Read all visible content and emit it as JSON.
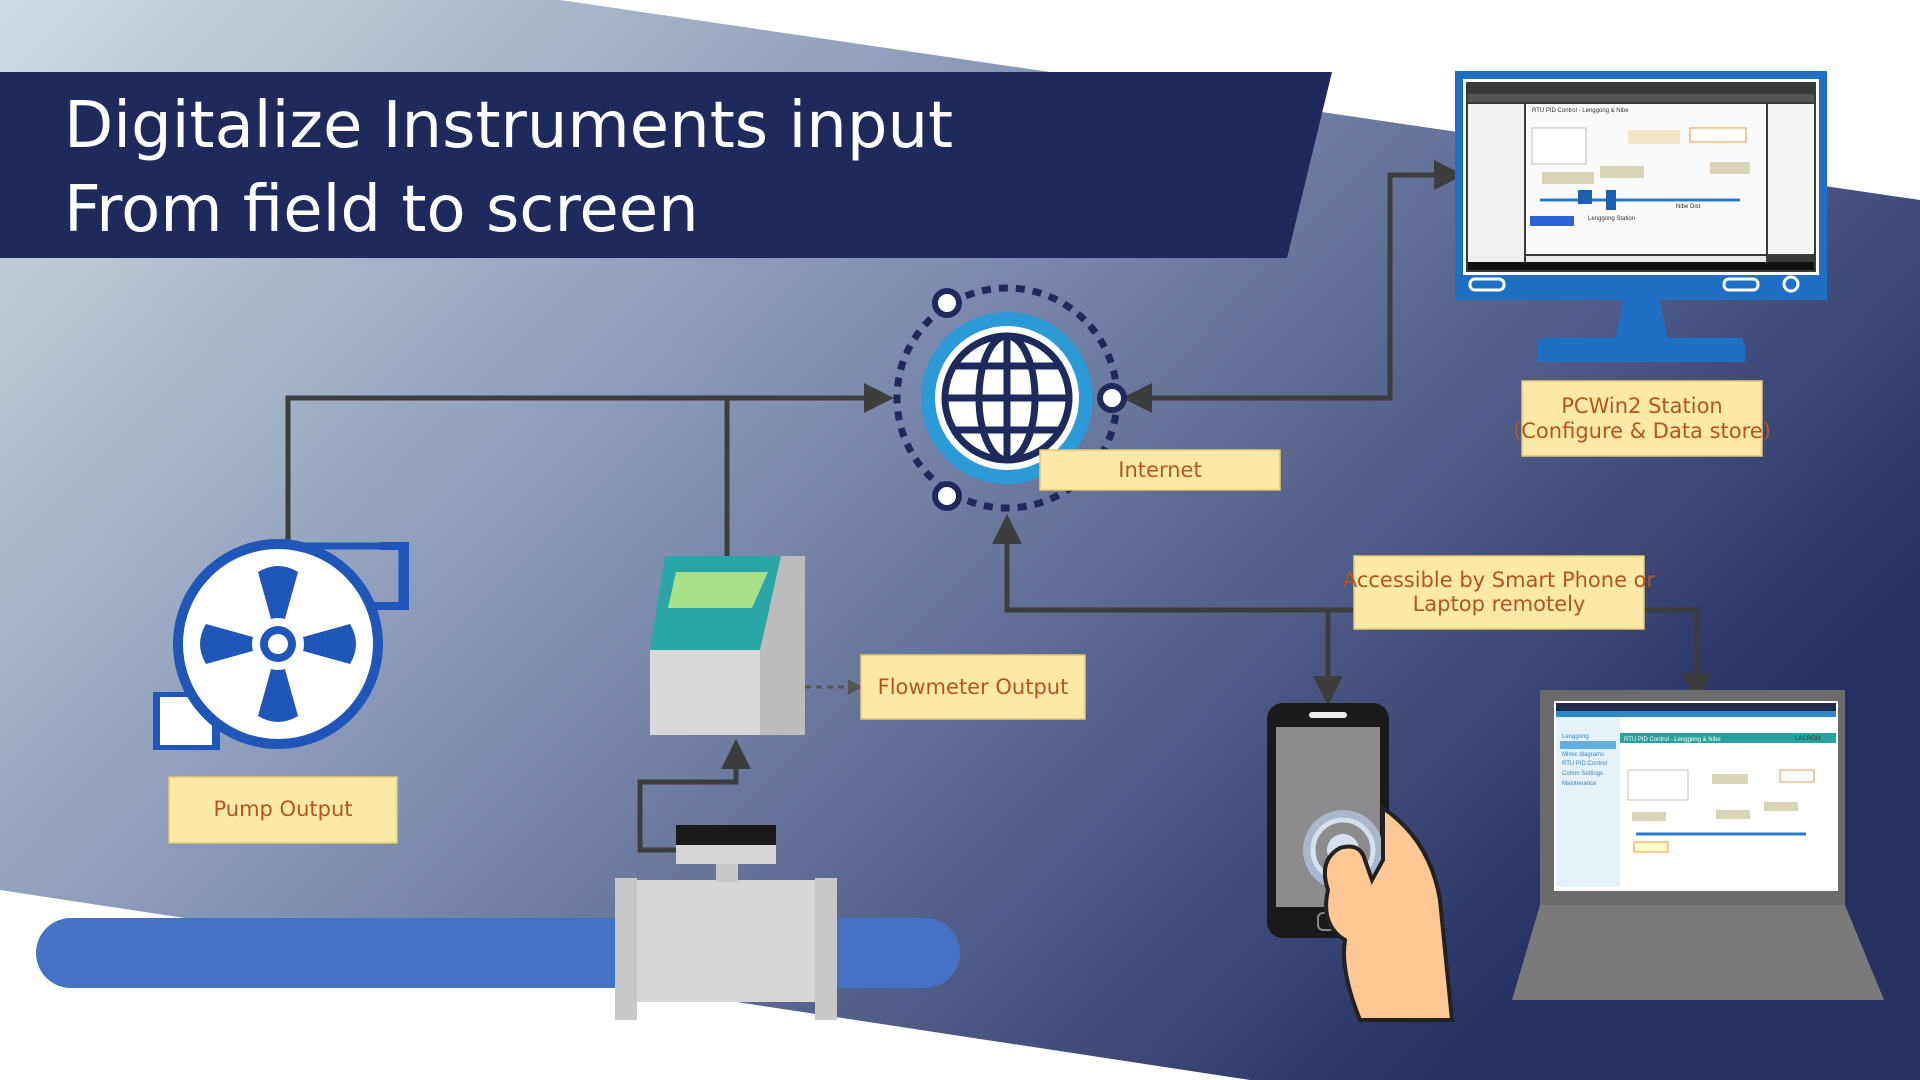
{
  "title": {
    "line1": "Digitalize Instruments input",
    "line2": "From field to screen"
  },
  "labels": {
    "pump": "Pump Output",
    "flowmeter": "Flowmeter Output",
    "internet": "Internet",
    "station_line1": "PCWin2 Station",
    "station_line2": "(Configure & Data store)",
    "remote_line1": "Accessible by Smart Phone or",
    "remote_line2": "Laptop remotely"
  },
  "screens": {
    "monitor_header": "RTU PID Control - Lenggong & Nibe",
    "laptop_header": "RTU PID Control - Lenggong & Nibe",
    "laptop_sidebar": [
      "Lenggong",
      "Mimic diagrams",
      "RTU PID Control",
      "Comm Settings",
      "Maintenance"
    ],
    "station_a": "Lenggong Station",
    "station_b": "Nibe Dist",
    "brand": "LACROIX"
  },
  "icons": {
    "pump": "centrifugal-pump-icon",
    "flowmeter": "flowmeter-transmitter-icon",
    "internet": "globe-icon",
    "monitor": "desktop-monitor-icon",
    "phone": "smartphone-icon",
    "laptop": "laptop-icon"
  },
  "colors": {
    "banner": "#1f2a5c",
    "label_fill": "#fde9a7",
    "label_text": "#b4561c",
    "icon_blue": "#1f56b8",
    "pipe_blue": "#4472c4",
    "connector": "#3d3d3d",
    "globe_ring": "#2b9ad6"
  }
}
